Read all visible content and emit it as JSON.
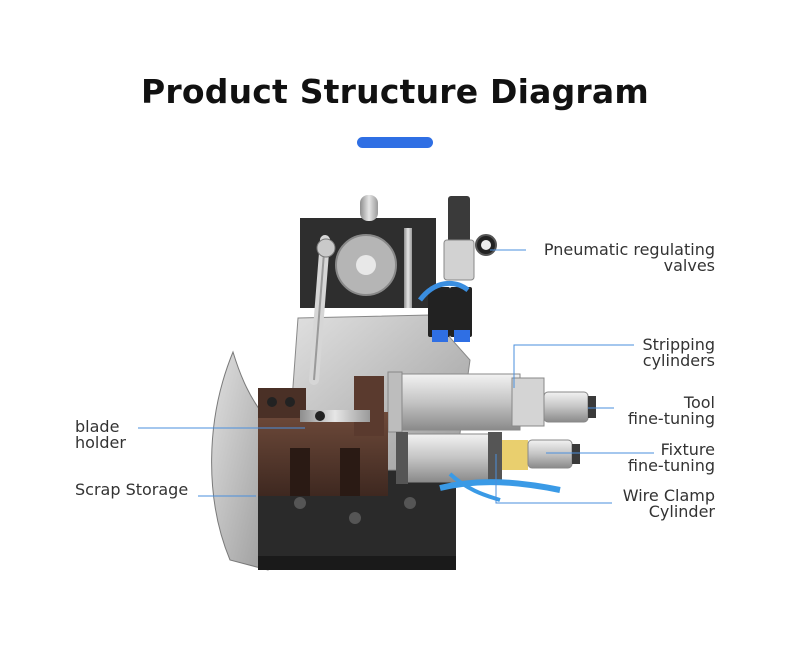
{
  "title": "Product Structure Diagram",
  "colors": {
    "accent": "#2f6fe4",
    "leader": "#4a8fdc",
    "text": "#333333",
    "machine_base": "#2a2a2a",
    "machine_body": "#c9c9c9",
    "blade_holder": "#5a3a2e"
  },
  "labels": {
    "pneumatic_valves": [
      "Pneumatic regulating",
      "valves"
    ],
    "stripping_cylinders": [
      "Stripping",
      "cylinders"
    ],
    "tool_fine_tuning": [
      "Tool",
      "fine-tuning"
    ],
    "fixture_fine_tuning": [
      "Fixture",
      "fine-tuning"
    ],
    "wire_clamp_cylinder": [
      "Wire Clamp",
      "Cylinder"
    ],
    "blade_holder": [
      "blade",
      "holder"
    ],
    "scrap_storage": [
      "Scrap Storage"
    ]
  }
}
